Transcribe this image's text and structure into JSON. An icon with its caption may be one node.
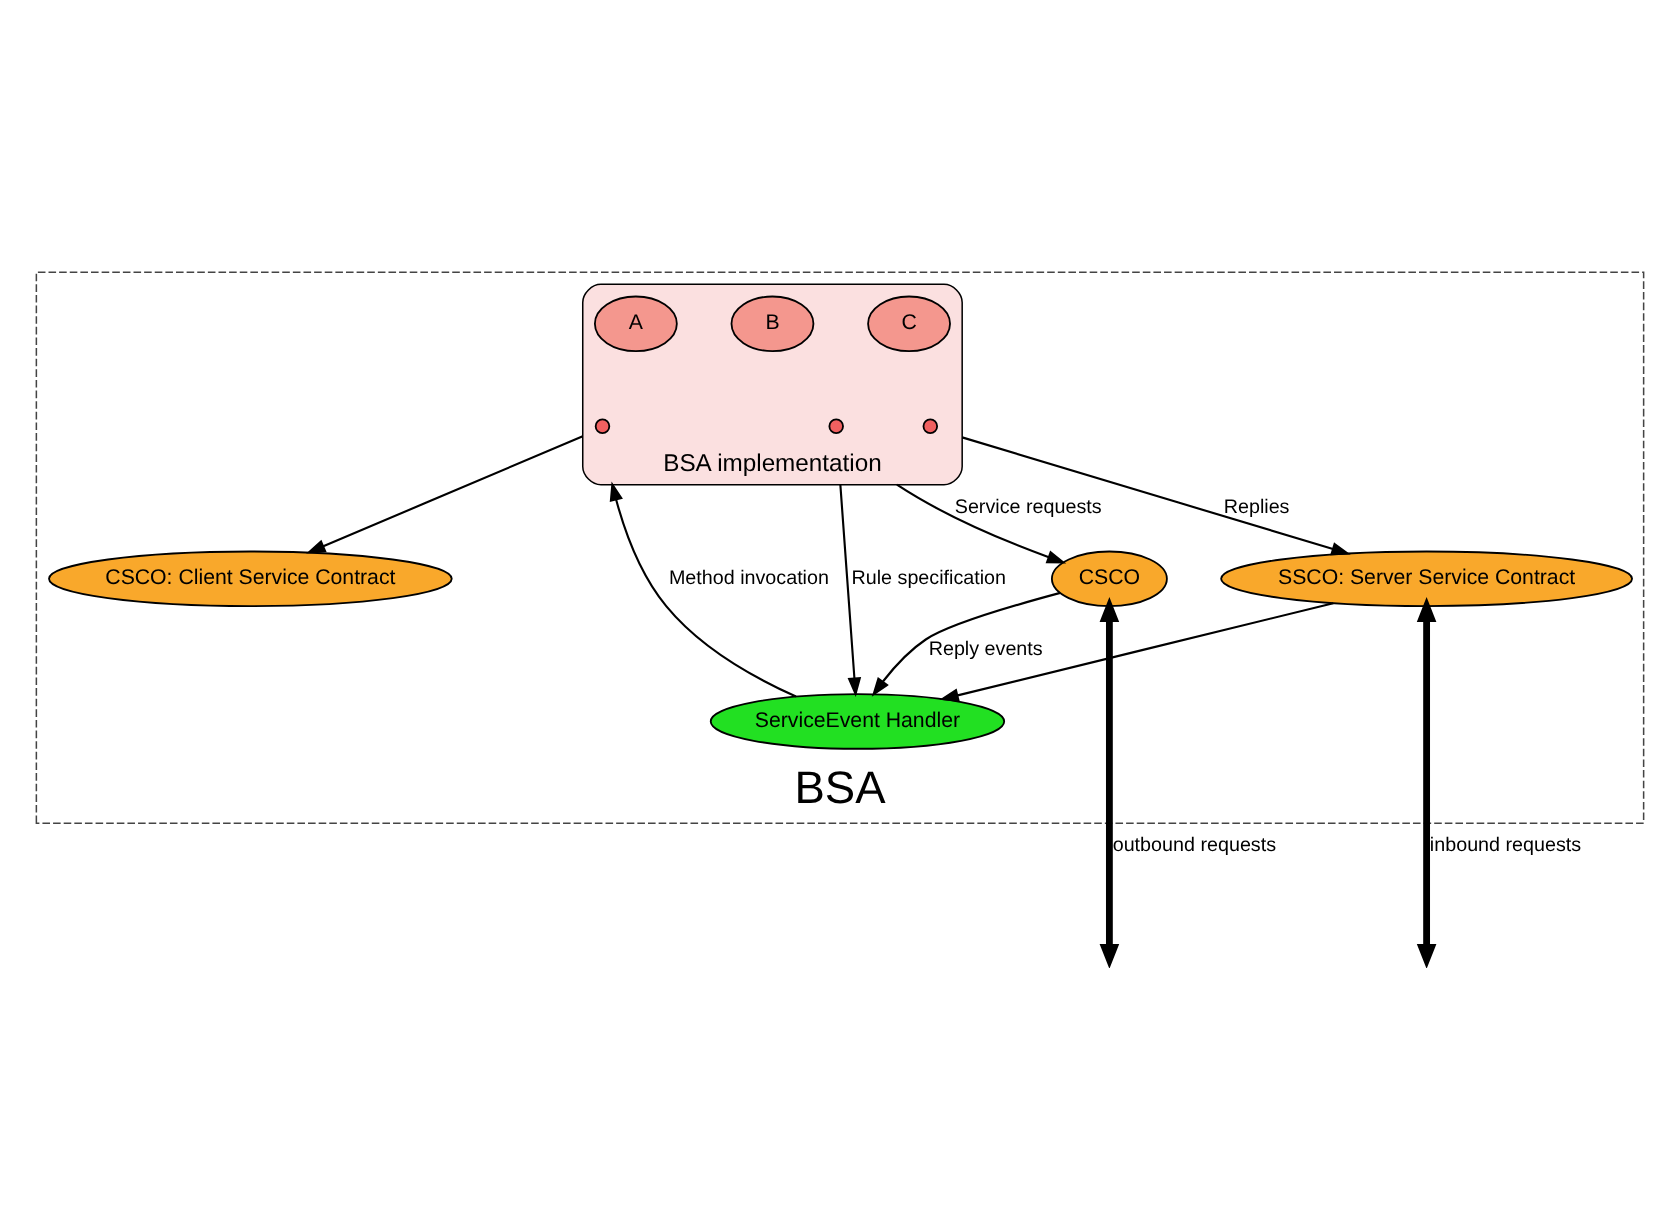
{
  "diagram": {
    "nodes": [
      {
        "text": [
          "BSA"
        ]
      },
      {
        "text": [
          "BSA implementation"
        ],
        "in": 0
      },
      {
        "text": [
          "A"
        ],
        "in": 1
      },
      {
        "text": [
          "B"
        ],
        "in": 1
      },
      {
        "text": [
          "C"
        ],
        "in": 1
      },
      {
        "text": [],
        "shape": "circle",
        "in": 1
      },
      {
        "text": [],
        "shape": "circle",
        "in": 1
      },
      {
        "text": [],
        "shape": "circle",
        "in": 1
      },
      {
        "text": [
          "CSCO: Client Service Contract"
        ],
        "in": 0
      },
      {
        "text": [
          "CSCO"
        ],
        "in": 0
      },
      {
        "text": [
          "SSCO: Server Service Contract"
        ],
        "in": 0
      },
      {
        "text": [
          "ServiceEvent Handler"
        ],
        "in": 0
      }
    ],
    "edges": [
      {
        "from": 1,
        "to": 8,
        "arrow": "to"
      },
      {
        "from": 1,
        "to": 9,
        "arrow": "to",
        "label": "Service requests"
      },
      {
        "from": 1,
        "to": 10,
        "arrow": "to",
        "label": "Replies"
      },
      {
        "from": 11,
        "to": 1,
        "arrow": "to",
        "label": "Method invocation"
      },
      {
        "from": 1,
        "to": 11,
        "arrow": "to",
        "label": "Rule specification"
      },
      {
        "from": 10,
        "to": 11,
        "arrow": "to"
      },
      {
        "from": 9,
        "to": 11,
        "arrow": "to",
        "label": "Reply events"
      },
      {
        "from": null,
        "to": 10,
        "arrow": "both",
        "label": "inbound requests",
        "style": "thick"
      },
      {
        "from": 9,
        "to": null,
        "arrow": "both",
        "label": "outbound requests",
        "style": "thick"
      }
    ]
  }
}
